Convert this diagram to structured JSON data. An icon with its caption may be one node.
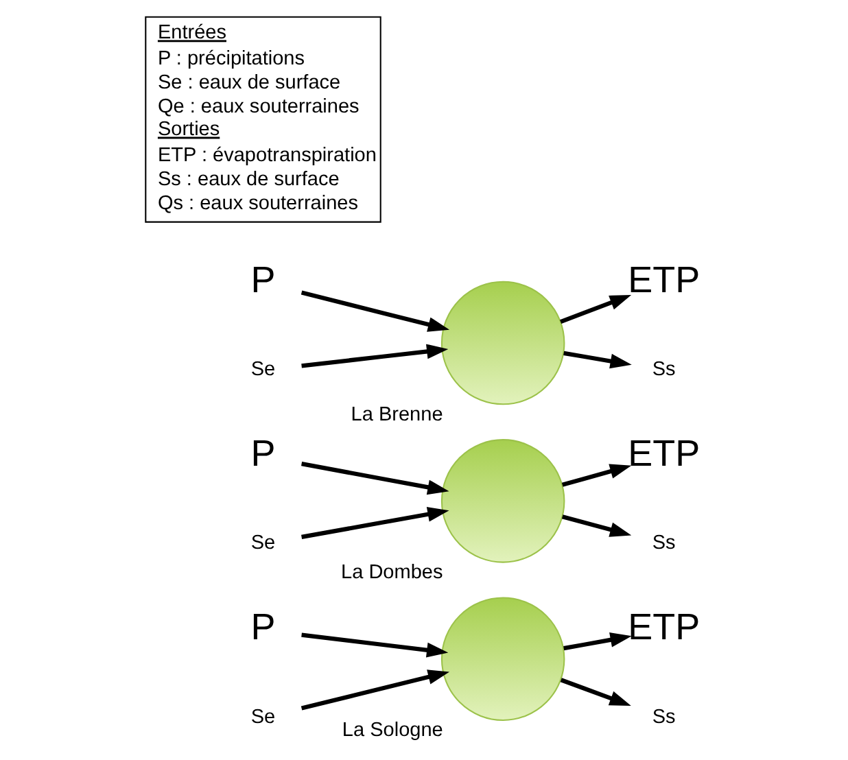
{
  "diagram": {
    "nodes": [
      {
        "text": [
          "Entrées",
          "P : précipitations",
          "Se : eaux de surface",
          "Qe : eaux souterraines",
          "Sorties",
          "ETP : évapotranspiration",
          "Ss : eaux de surface",
          "Qs : eaux souterraines"
        ]
      },
      {
        "text": [
          "P"
        ]
      },
      {
        "text": [
          "Se"
        ]
      },
      {
        "text": [],
        "shape": "circle",
        "beside": [
          "La Brenne"
        ]
      },
      {
        "text": [
          "ETP"
        ]
      },
      {
        "text": [
          "Ss"
        ]
      },
      {
        "text": [
          "P"
        ]
      },
      {
        "text": [
          "Se"
        ]
      },
      {
        "text": [],
        "shape": "circle",
        "beside": [
          "La Dombes"
        ]
      },
      {
        "text": [
          "ETP"
        ]
      },
      {
        "text": [
          "Ss"
        ]
      },
      {
        "text": [
          "P"
        ]
      },
      {
        "text": [
          "Se"
        ]
      },
      {
        "text": [],
        "shape": "circle",
        "beside": [
          "La Sologne"
        ]
      },
      {
        "text": [
          "ETP"
        ]
      },
      {
        "text": [
          "Ss"
        ]
      }
    ],
    "edges": [
      {
        "from": 1,
        "to": 3,
        "arrow": "to"
      },
      {
        "from": 2,
        "to": 3,
        "arrow": "to"
      },
      {
        "from": 3,
        "to": 4,
        "arrow": "to"
      },
      {
        "from": 3,
        "to": 5,
        "arrow": "to"
      },
      {
        "from": 6,
        "to": 8,
        "arrow": "to"
      },
      {
        "from": 7,
        "to": 8,
        "arrow": "to"
      },
      {
        "from": 8,
        "to": 9,
        "arrow": "to"
      },
      {
        "from": 8,
        "to": 10,
        "arrow": "to"
      },
      {
        "from": 11,
        "to": 13,
        "arrow": "to"
      },
      {
        "from": 12,
        "to": 13,
        "arrow": "to"
      },
      {
        "from": 13,
        "to": 14,
        "arrow": "to"
      },
      {
        "from": 13,
        "to": 15,
        "arrow": "to"
      }
    ]
  }
}
